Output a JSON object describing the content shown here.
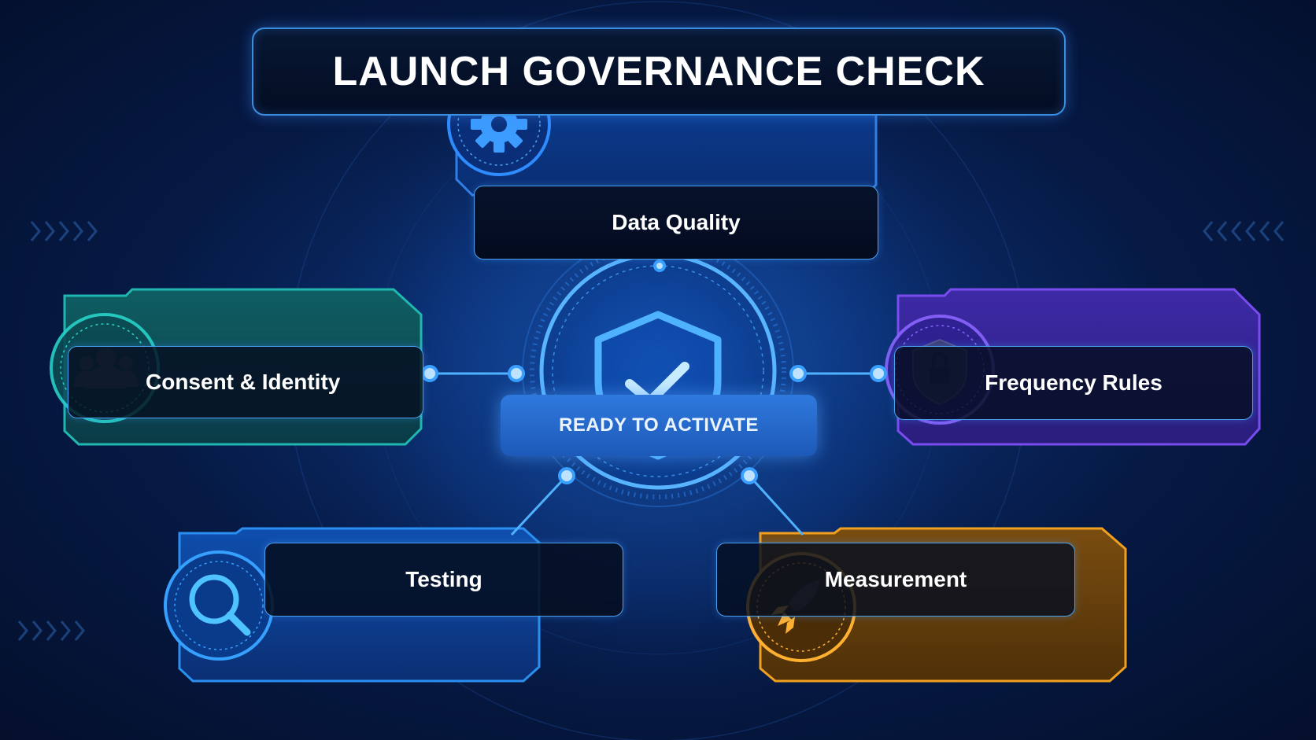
{
  "title": "LAUNCH GOVERNANCE CHECK",
  "center": {
    "status": "READY TO ACTIVATE",
    "icon": "shield-check-icon"
  },
  "nodes": [
    {
      "id": "data-quality",
      "label": "Data Quality",
      "icon": "gear-icon",
      "color": "#2f7fe6"
    },
    {
      "id": "consent-identity",
      "label": "Consent & Identity",
      "icon": "users-icon",
      "color": "#1fb7b0"
    },
    {
      "id": "frequency-rules",
      "label": "Frequency Rules",
      "icon": "lock-shield-icon",
      "color": "#7a4cf0"
    },
    {
      "id": "testing",
      "label": "Testing",
      "icon": "search-icon",
      "color": "#2a8ff0"
    },
    {
      "id": "measurement",
      "label": "Measurement",
      "icon": "rocket-icon",
      "color": "#f0a020"
    }
  ],
  "colors": {
    "background": "#061a45",
    "accent": "#4aa2ee",
    "center_glow": "#3aa0ff"
  }
}
